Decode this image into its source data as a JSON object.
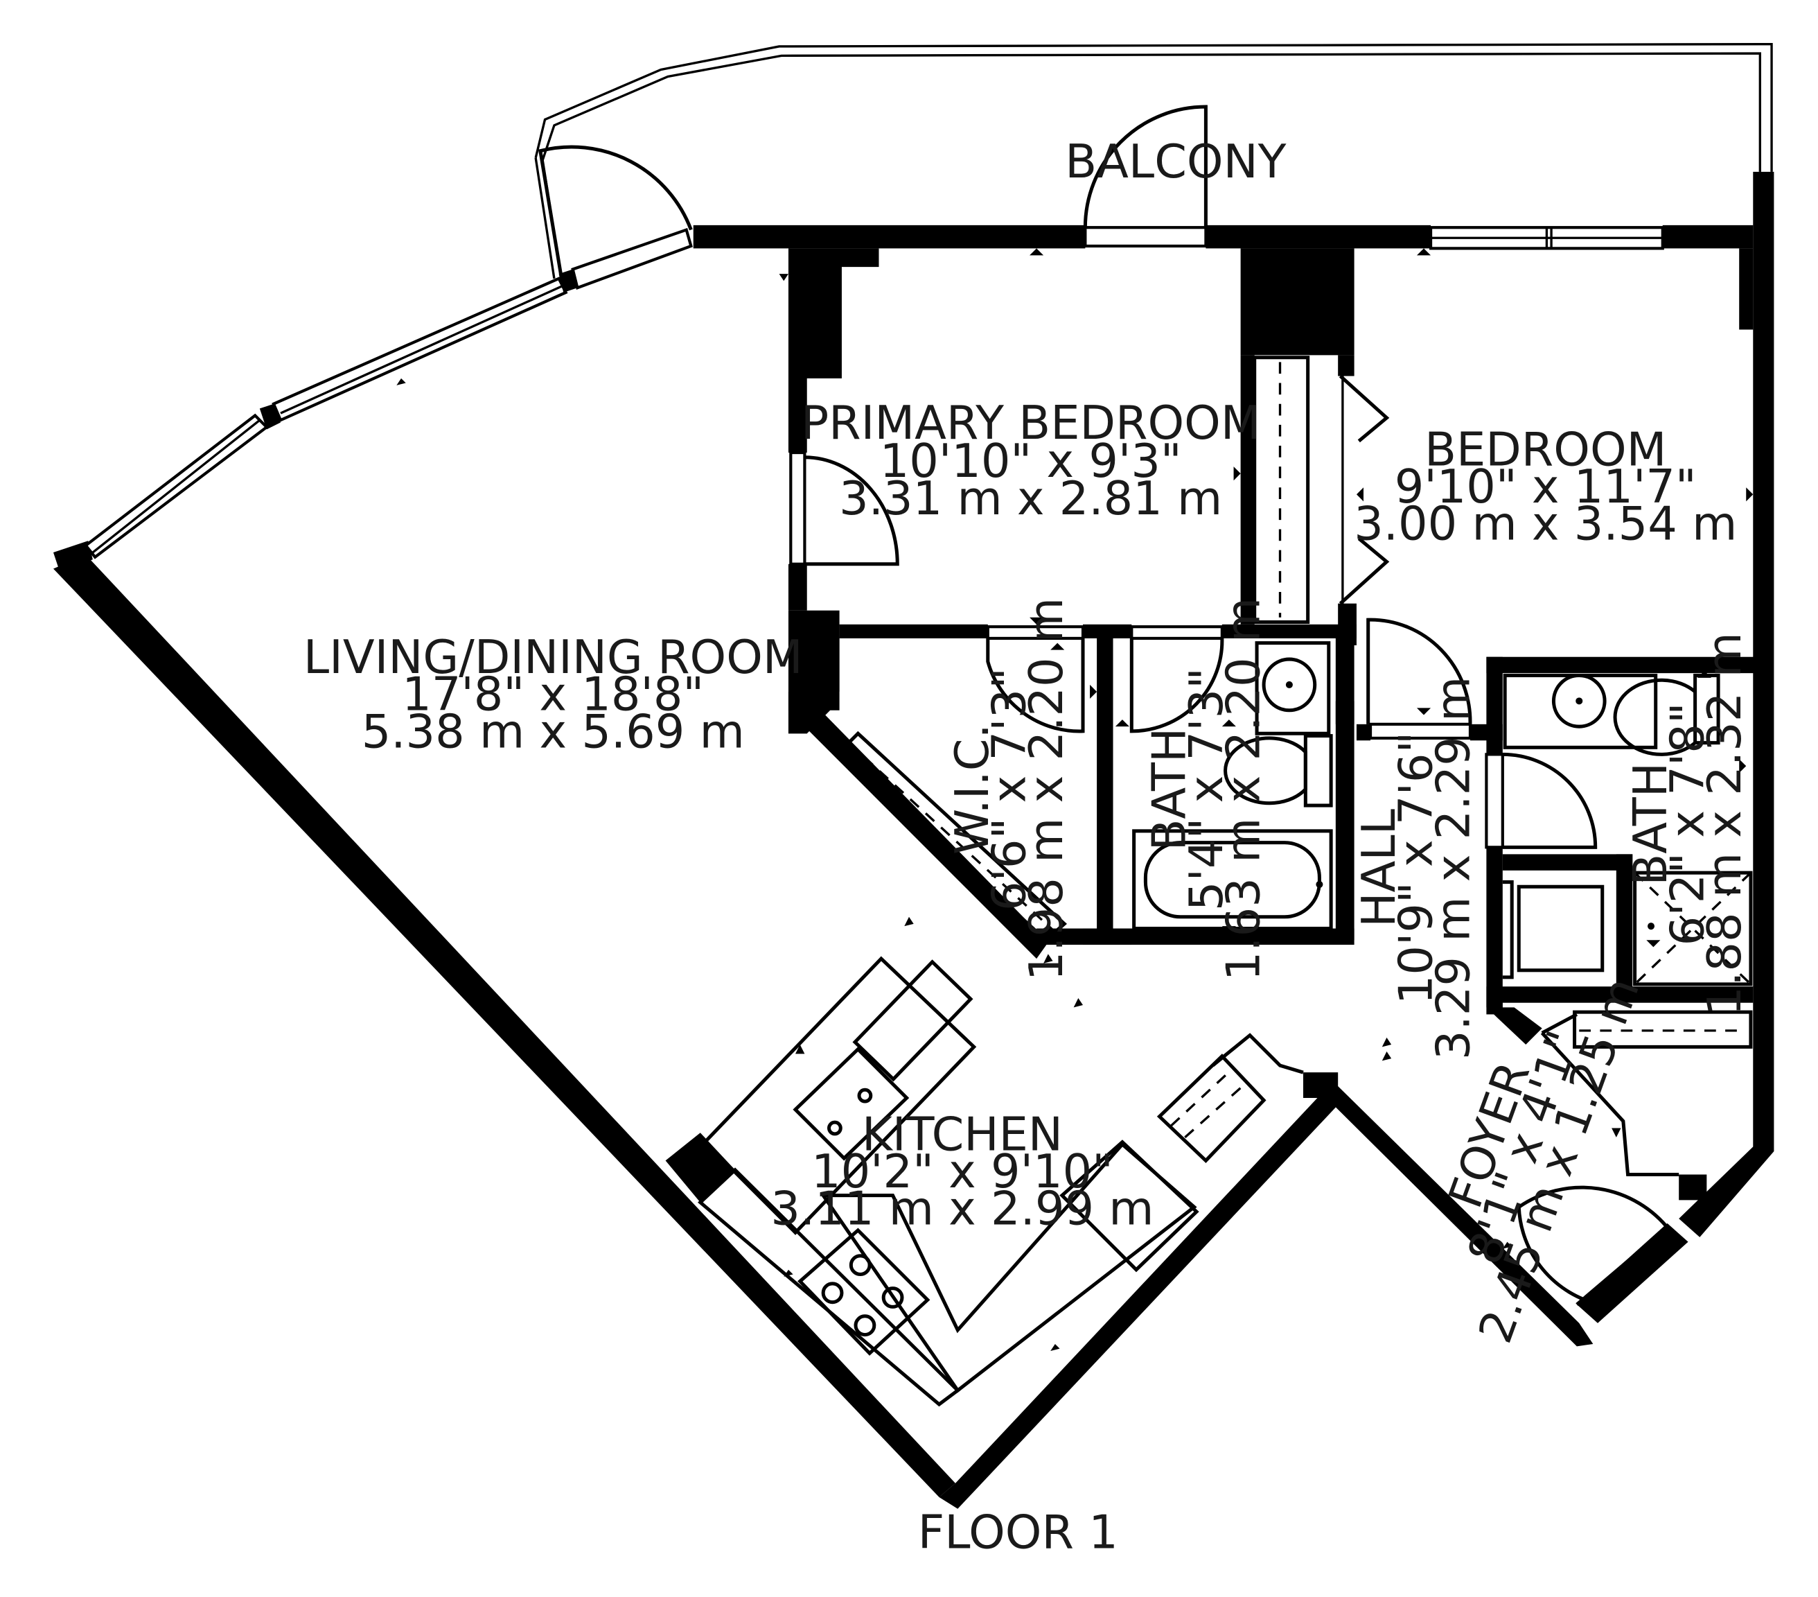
{
  "floor_label": "FLOOR 1",
  "rooms": {
    "balcony": {
      "name": "BALCONY"
    },
    "primary_bedroom": {
      "name": "PRIMARY BEDROOM",
      "imperial": "10'10\" x 9'3\"",
      "metric": "3.31 m x 2.81 m"
    },
    "bedroom": {
      "name": "BEDROOM",
      "imperial": "9'10\" x 11'7\"",
      "metric": "3.00 m x 3.54 m"
    },
    "living": {
      "name": "LIVING/DINING ROOM",
      "imperial": "17'8\" x 18'8\"",
      "metric": "5.38 m x 5.69 m"
    },
    "wic": {
      "name": "W.I.C.",
      "imperial": "6'6\" x 7'3\"",
      "metric": "1.98 m x 2.20 m"
    },
    "bath1": {
      "name": "BATH",
      "imperial": "5'4\" x 7'3\"",
      "metric": "1.63 m x 2.20 m"
    },
    "hall": {
      "name": "HALL",
      "imperial": "10'9\" x 7'6\"",
      "metric": "3.29 m x 2.29 m"
    },
    "bath2": {
      "name": "BATH",
      "imperial": "6'2\" x 7'8\"",
      "metric": "1.88 m x 2.32 m"
    },
    "foyer": {
      "name": "FOYER",
      "imperial": "8'1\" x 4'1\"",
      "metric": "2.45 m x 1.25 m"
    },
    "kitchen": {
      "name": "KITCHEN",
      "imperial": "10'2\" x 9'10\"",
      "metric": "3.11 m x 2.99 m"
    }
  }
}
